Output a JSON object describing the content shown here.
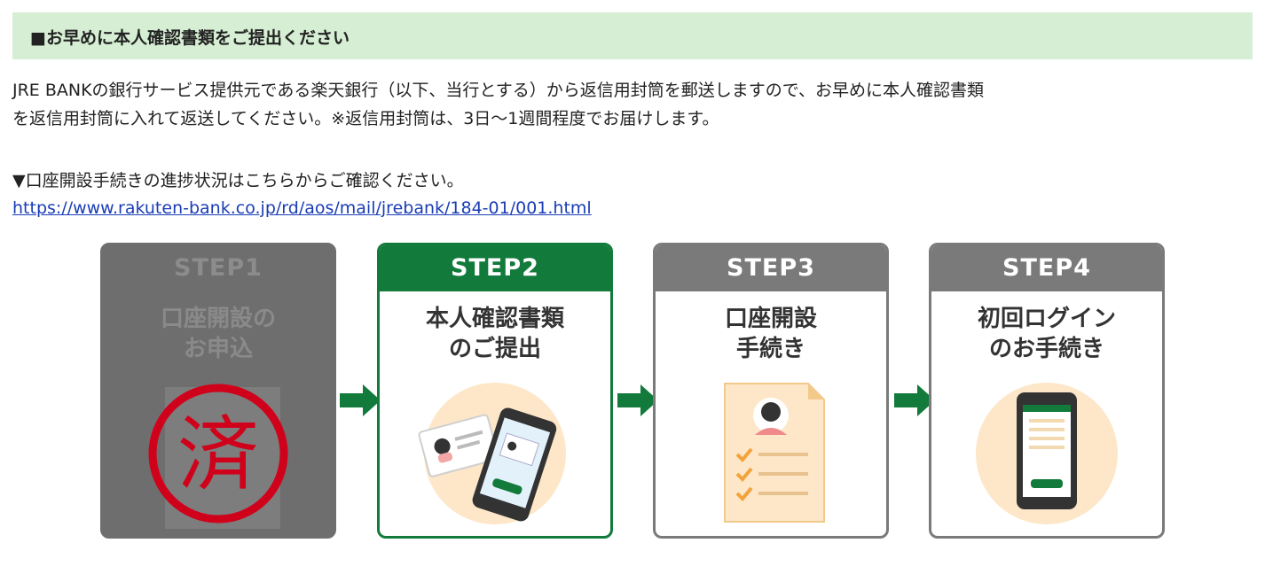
{
  "banner": {
    "title": "■お早めに本人確認書類をご提出ください"
  },
  "body": {
    "line1": "JRE BANKの銀行サービス提供元である楽天銀行（以下、当行とする）から返信用封筒を郵送しますので、お早めに本人確認書類",
    "line2": "を返信用封筒に入れて返送してください。※返信用封筒は、3日〜1週間程度でお届けします。",
    "progress_note": "▼口座開設手続きの進捗状況はこちらからご確認ください。",
    "link": "https://www.rakuten-bank.co.jp/rd/aos/mail/jrebank/184-01/001.html"
  },
  "steps": [
    {
      "label": "STEP1",
      "title_1": "口座開設の",
      "title_2": "お申込",
      "stamp": "済"
    },
    {
      "label": "STEP2",
      "title_1": "本人確認書類",
      "title_2": "のご提出"
    },
    {
      "label": "STEP3",
      "title_1": "口座開設",
      "title_2": "手続き"
    },
    {
      "label": "STEP4",
      "title_1": "初回ログイン",
      "title_2": "のお手続き"
    }
  ],
  "colors": {
    "banner_bg": "#d6efd4",
    "accent_green": "#127a3b",
    "step_gray": "#7a7a7a",
    "link": "#1a3db5",
    "stamp_red": "#d0021b",
    "illus_circle": "#fde7c8"
  }
}
